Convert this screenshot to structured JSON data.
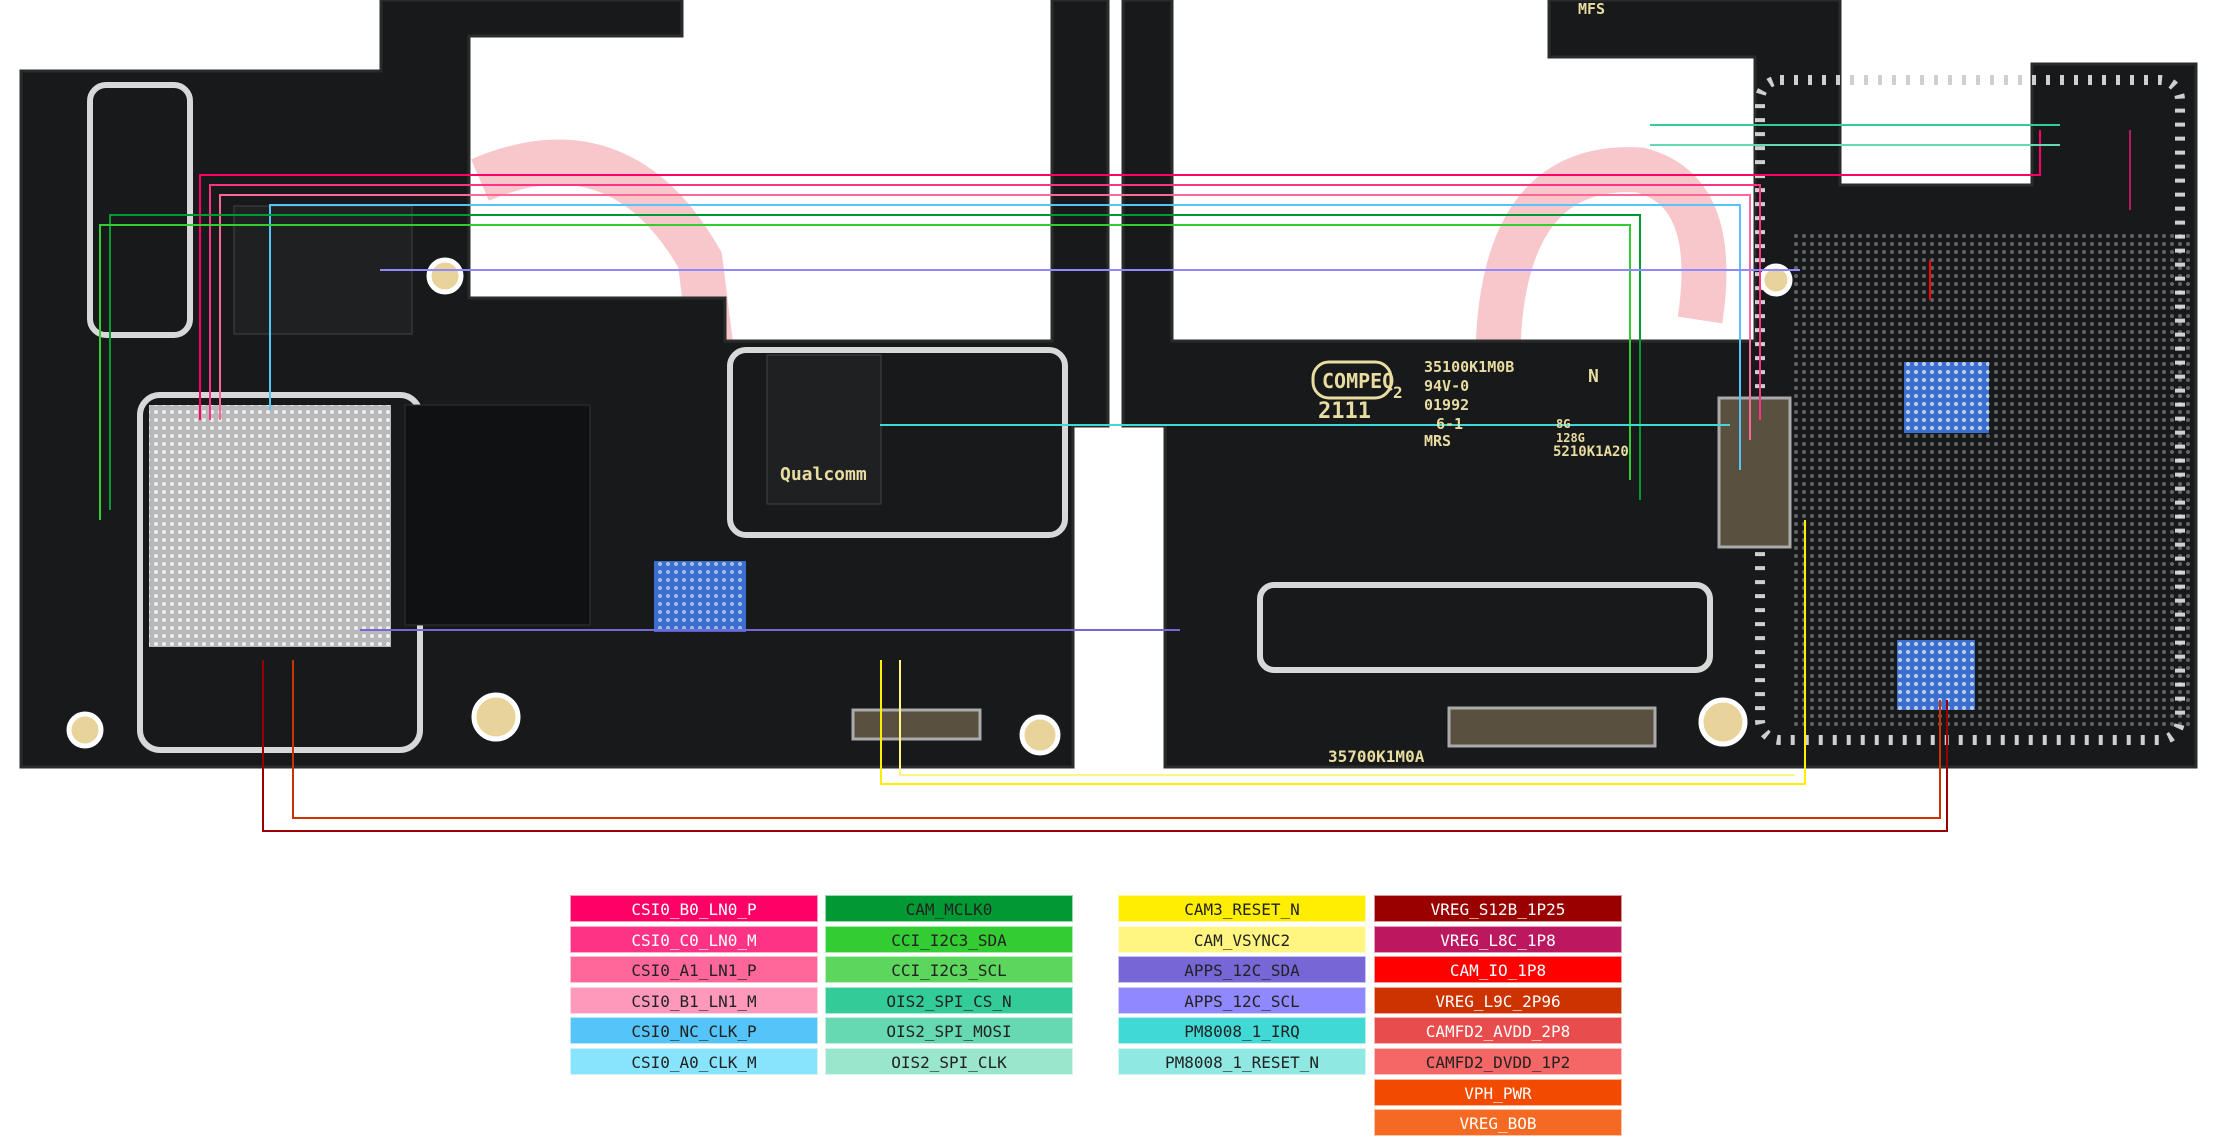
{
  "board_labels": {
    "manufacturer": "COMPEQ",
    "manufacturer_sub": "2",
    "date_code": "2111",
    "part_number": "35100K1M0B",
    "rating": "94V-0",
    "lot": "01992",
    "rev": "6-1",
    "mrs": "MRS",
    "bottom_part": "35700K1M0A",
    "top_label": "MFS",
    "memory_info": "8G",
    "storage_info": "128G",
    "chip_code": "5210K1A20",
    "side_marker": "N",
    "brand_chip": "Qualcomm"
  },
  "legend": {
    "columns": [
      {
        "items": [
          {
            "label": "CSI0_B0_LN0_P",
            "color": "#ff0066",
            "text_color": "#ffffff"
          },
          {
            "label": "CSI0_C0_LN0_M",
            "color": "#ff3385",
            "text_color": "#ffffff"
          },
          {
            "label": "CSI0_A1_LN1_P",
            "color": "#ff6699",
            "text_color": "#222222"
          },
          {
            "label": "CSI0_B1_LN1_M",
            "color": "#ff99bb",
            "text_color": "#222222"
          },
          {
            "label": "CSI0_NC_CLK_P",
            "color": "#55c4f8",
            "text_color": "#222222"
          },
          {
            "label": "CSI0_A0_CLK_M",
            "color": "#88e4fc",
            "text_color": "#222222"
          }
        ]
      },
      {
        "items": [
          {
            "label": "CAM_MCLK0",
            "color": "#009933",
            "text_color": "#222222"
          },
          {
            "label": "CCI_I2C3_SDA",
            "color": "#33cc33",
            "text_color": "#222222"
          },
          {
            "label": "CCI_I2C3_SCL",
            "color": "#5cd65c",
            "text_color": "#222222"
          },
          {
            "label": "OIS2_SPI_CS_N",
            "color": "#33cc99",
            "text_color": "#222222"
          },
          {
            "label": "OIS2_SPI_MOSI",
            "color": "#66d9b3",
            "text_color": "#222222"
          },
          {
            "label": "OIS2_SPI_CLK",
            "color": "#99e6cc",
            "text_color": "#222222"
          }
        ]
      },
      {
        "items": [
          {
            "label": "CAM3_RESET_N",
            "color": "#ffee00",
            "text_color": "#222222"
          },
          {
            "label": "CAM_VSYNC2",
            "color": "#fff580",
            "text_color": "#222222"
          },
          {
            "label": "APPS_12C_SDA",
            "color": "#7766d6",
            "text_color": "#222222"
          },
          {
            "label": "APPS_12C_SCL",
            "color": "#8f88ff",
            "text_color": "#222222"
          },
          {
            "label": "PM8008_1_IRQ",
            "color": "#40d9d6",
            "text_color": "#222222"
          },
          {
            "label": "PM8008_1_RESET_N",
            "color": "#8fe8e2",
            "text_color": "#222222"
          }
        ]
      },
      {
        "items": [
          {
            "label": "VREG_S12B_1P25",
            "color": "#990000",
            "text_color": "#ffffff"
          },
          {
            "label": "VREG_L8C_1P8",
            "color": "#bb1860",
            "text_color": "#ffffff"
          },
          {
            "label": "CAM_IO_1P8",
            "color": "#ff0000",
            "text_color": "#ffffff"
          },
          {
            "label": "VREG_L9C_2P96",
            "color": "#cc3300",
            "text_color": "#ffffff"
          },
          {
            "label": "CAMFD2_AVDD_2P8",
            "color": "#e84c4c",
            "text_color": "#ffffff"
          },
          {
            "label": "CAMFD2_DVDD_1P2",
            "color": "#f56666",
            "text_color": "#222222"
          },
          {
            "label": "VPH_PWR",
            "color": "#f24a00",
            "text_color": "#ffffff"
          },
          {
            "label": "VREG_BOB",
            "color": "#f56a22",
            "text_color": "#ffffff"
          }
        ]
      }
    ]
  }
}
